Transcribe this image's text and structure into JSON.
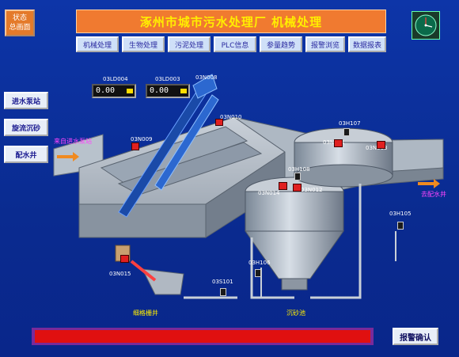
{
  "header": {
    "corner_button_label": "状态\n总画面",
    "title": "涿州市城市污水处理厂 机械处理"
  },
  "nav_tabs": [
    {
      "label": "机械处理"
    },
    {
      "label": "生物处理"
    },
    {
      "label": "污泥处理"
    },
    {
      "label": "PLC信息"
    },
    {
      "label": "参量趋势"
    },
    {
      "label": "报警浏览"
    },
    {
      "label": "数据报表"
    }
  ],
  "side_buttons": [
    {
      "label": "进水泵站"
    },
    {
      "label": "旋流沉砂"
    },
    {
      "label": "配水井"
    }
  ],
  "flow_labels": {
    "inlet": "来自进水泵站",
    "outlet": "去配水井",
    "grit_well": "细格栅井",
    "grit_tank": "沉砂池"
  },
  "displays": [
    {
      "tag": "03LD004",
      "value": "0.00"
    },
    {
      "tag": "03LD003",
      "value": "0.00"
    }
  ],
  "equipment_tags": {
    "n008": "03N008",
    "n010": "03N010",
    "n009": "03N009",
    "h107": "03H107",
    "n011": "03N011",
    "n013": "03N013",
    "h108": "03H108",
    "n014": "03N014",
    "n012": "03N012",
    "h105": "03H105",
    "h106": "03H106",
    "s101": "03S101",
    "n015": "03N015"
  },
  "footer": {
    "alarm_text": "",
    "ack_button_label": "报警确认"
  },
  "colors": {
    "background": "#0b2a8c",
    "title_bar": "#f07a30",
    "title_text": "#ffee00",
    "alarm_bar": "#e01010",
    "alarm_border": "#7a2a9a"
  },
  "icons": [
    "clock-icon",
    "arrow-right-icon",
    "sensor-icon",
    "motor-icon"
  ]
}
